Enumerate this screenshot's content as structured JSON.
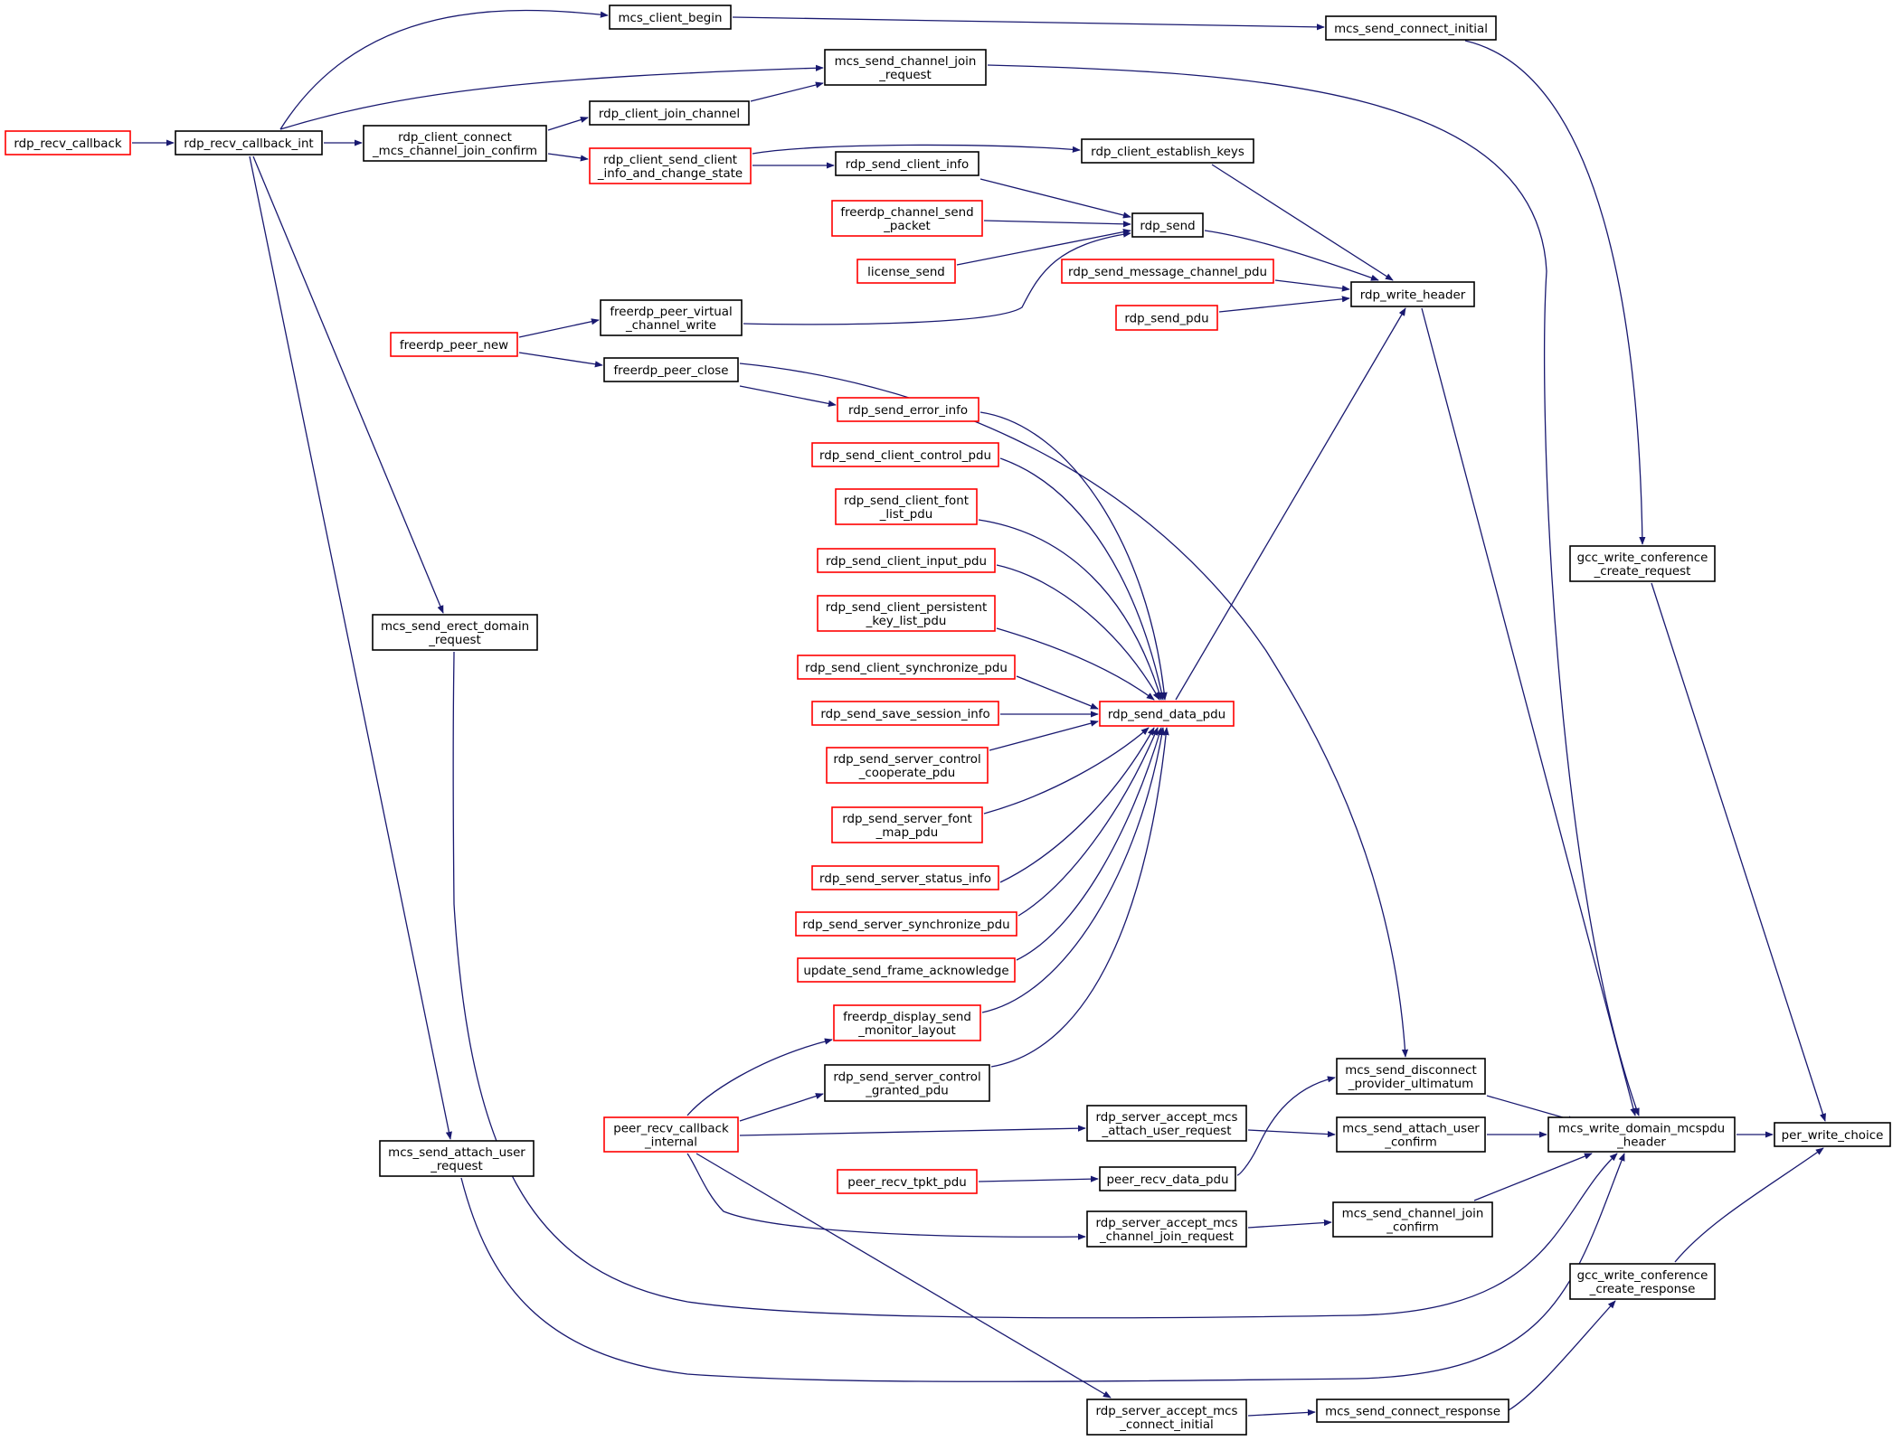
{
  "colors": {
    "edge": "#191970",
    "node_border": "#000000",
    "node_border_incomplete": "#ff0000",
    "root_fill": "#bfbfbf",
    "background": "#ffffff"
  },
  "nodes": [
    {
      "id": "per_write_choice",
      "lines": [
        "per_write_choice"
      ],
      "style": "root"
    },
    {
      "id": "mcs_write_domain_mcspdu_header",
      "lines": [
        "mcs_write_domain_mcspdu",
        "_header"
      ],
      "style": "black"
    },
    {
      "id": "gcc_write_conference_create_request",
      "lines": [
        "gcc_write_conference",
        "_create_request"
      ],
      "style": "black"
    },
    {
      "id": "gcc_write_conference_create_response",
      "lines": [
        "gcc_write_conference",
        "_create_response"
      ],
      "style": "black"
    },
    {
      "id": "mcs_send_connect_initial",
      "lines": [
        "mcs_send_connect_initial"
      ],
      "style": "black"
    },
    {
      "id": "mcs_send_connect_response",
      "lines": [
        "mcs_send_connect_response"
      ],
      "style": "black"
    },
    {
      "id": "mcs_send_disconnect_provider_ultimatum",
      "lines": [
        "mcs_send_disconnect",
        "_provider_ultimatum"
      ],
      "style": "black"
    },
    {
      "id": "mcs_send_attach_user_confirm",
      "lines": [
        "mcs_send_attach_user",
        "_confirm"
      ],
      "style": "black"
    },
    {
      "id": "mcs_send_channel_join_confirm",
      "lines": [
        "mcs_send_channel_join",
        "_confirm"
      ],
      "style": "black"
    },
    {
      "id": "rdp_write_header",
      "lines": [
        "rdp_write_header"
      ],
      "style": "black"
    },
    {
      "id": "rdp_client_establish_keys",
      "lines": [
        "rdp_client_establish_keys"
      ],
      "style": "black"
    },
    {
      "id": "rdp_send_message_channel_pdu",
      "lines": [
        "rdp_send_message_channel_pdu"
      ],
      "style": "red"
    },
    {
      "id": "rdp_send_pdu",
      "lines": [
        "rdp_send_pdu"
      ],
      "style": "red"
    },
    {
      "id": "rdp_send",
      "lines": [
        "rdp_send"
      ],
      "style": "black"
    },
    {
      "id": "rdp_send_data_pdu",
      "lines": [
        "rdp_send_data_pdu"
      ],
      "style": "red"
    },
    {
      "id": "mcs_client_begin",
      "lines": [
        "mcs_client_begin"
      ],
      "style": "black"
    },
    {
      "id": "mcs_send_channel_join_request",
      "lines": [
        "mcs_send_channel_join",
        "_request"
      ],
      "style": "black"
    },
    {
      "id": "rdp_client_join_channel",
      "lines": [
        "rdp_client_join_channel"
      ],
      "style": "black"
    },
    {
      "id": "rdp_client_connect_mcs_channel_join_confirm",
      "lines": [
        "rdp_client_connect",
        "_mcs_channel_join_confirm"
      ],
      "style": "black"
    },
    {
      "id": "rdp_client_send_client_info_and_change_state",
      "lines": [
        "rdp_client_send_client",
        "_info_and_change_state"
      ],
      "style": "red"
    },
    {
      "id": "rdp_send_client_info",
      "lines": [
        "rdp_send_client_info"
      ],
      "style": "black"
    },
    {
      "id": "freerdp_channel_send_packet",
      "lines": [
        "freerdp_channel_send",
        "_packet"
      ],
      "style": "red"
    },
    {
      "id": "license_send",
      "lines": [
        "license_send"
      ],
      "style": "red"
    },
    {
      "id": "freerdp_peer_virtual_channel_write",
      "lines": [
        "freerdp_peer_virtual",
        "_channel_write"
      ],
      "style": "black"
    },
    {
      "id": "freerdp_peer_new",
      "lines": [
        "freerdp_peer_new"
      ],
      "style": "red"
    },
    {
      "id": "freerdp_peer_close",
      "lines": [
        "freerdp_peer_close"
      ],
      "style": "black"
    },
    {
      "id": "rdp_recv_callback",
      "lines": [
        "rdp_recv_callback"
      ],
      "style": "red"
    },
    {
      "id": "rdp_recv_callback_int",
      "lines": [
        "rdp_recv_callback_int"
      ],
      "style": "black"
    },
    {
      "id": "rdp_send_error_info",
      "lines": [
        "rdp_send_error_info"
      ],
      "style": "red"
    },
    {
      "id": "rdp_send_client_control_pdu",
      "lines": [
        "rdp_send_client_control_pdu"
      ],
      "style": "red"
    },
    {
      "id": "rdp_send_client_font_list_pdu",
      "lines": [
        "rdp_send_client_font",
        "_list_pdu"
      ],
      "style": "red"
    },
    {
      "id": "rdp_send_client_input_pdu",
      "lines": [
        "rdp_send_client_input_pdu"
      ],
      "style": "red"
    },
    {
      "id": "rdp_send_client_persistent_key_list_pdu",
      "lines": [
        "rdp_send_client_persistent",
        "_key_list_pdu"
      ],
      "style": "red"
    },
    {
      "id": "rdp_send_client_synchronize_pdu",
      "lines": [
        "rdp_send_client_synchronize_pdu"
      ],
      "style": "red"
    },
    {
      "id": "rdp_send_save_session_info",
      "lines": [
        "rdp_send_save_session_info"
      ],
      "style": "red"
    },
    {
      "id": "rdp_send_server_control_cooperate_pdu",
      "lines": [
        "rdp_send_server_control",
        "_cooperate_pdu"
      ],
      "style": "red"
    },
    {
      "id": "rdp_send_server_font_map_pdu",
      "lines": [
        "rdp_send_server_font",
        "_map_pdu"
      ],
      "style": "red"
    },
    {
      "id": "rdp_send_server_status_info",
      "lines": [
        "rdp_send_server_status_info"
      ],
      "style": "red"
    },
    {
      "id": "rdp_send_server_synchronize_pdu",
      "lines": [
        "rdp_send_server_synchronize_pdu"
      ],
      "style": "red"
    },
    {
      "id": "update_send_frame_acknowledge",
      "lines": [
        "update_send_frame_acknowledge"
      ],
      "style": "red"
    },
    {
      "id": "freerdp_display_send_monitor_layout",
      "lines": [
        "freerdp_display_send",
        "_monitor_layout"
      ],
      "style": "red"
    },
    {
      "id": "rdp_send_server_control_granted_pdu",
      "lines": [
        "rdp_send_server_control",
        "_granted_pdu"
      ],
      "style": "black"
    },
    {
      "id": "mcs_send_erect_domain_request",
      "lines": [
        "mcs_send_erect_domain",
        "_request"
      ],
      "style": "black"
    },
    {
      "id": "mcs_send_attach_user_request",
      "lines": [
        "mcs_send_attach_user",
        "_request"
      ],
      "style": "black"
    },
    {
      "id": "peer_recv_callback_internal",
      "lines": [
        "peer_recv_callback",
        "_internal"
      ],
      "style": "red"
    },
    {
      "id": "rdp_server_accept_mcs_attach_user_request",
      "lines": [
        "rdp_server_accept_mcs",
        "_attach_user_request"
      ],
      "style": "black"
    },
    {
      "id": "peer_recv_tpkt_pdu",
      "lines": [
        "peer_recv_tpkt_pdu"
      ],
      "style": "red"
    },
    {
      "id": "peer_recv_data_pdu",
      "lines": [
        "peer_recv_data_pdu"
      ],
      "style": "black"
    },
    {
      "id": "rdp_server_accept_mcs_channel_join_request",
      "lines": [
        "rdp_server_accept_mcs",
        "_channel_join_request"
      ],
      "style": "black"
    },
    {
      "id": "rdp_server_accept_mcs_connect_initial",
      "lines": [
        "rdp_server_accept_mcs",
        "_connect_initial"
      ],
      "style": "black"
    }
  ]
}
